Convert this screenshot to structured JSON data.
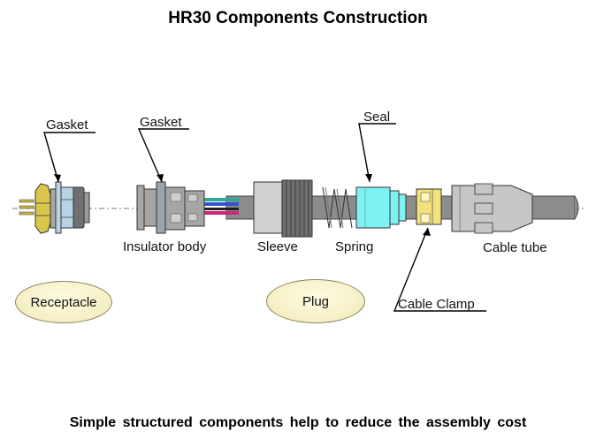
{
  "title": "HR30 Components Construction",
  "footer": "Simple structured components help to reduce the assembly cost",
  "labels": {
    "gasket_receptacle": "Gasket",
    "gasket_plug": "Gasket",
    "seal": "Seal",
    "insulator_body": "Insulator body",
    "sleeve": "Sleeve",
    "spring": "Spring",
    "cable_tube": "Cable tube",
    "cable_clamp": "Cable Clamp"
  },
  "groups": {
    "receptacle": "Receptacle",
    "plug": "Plug"
  },
  "colors": {
    "body_gray": "#8c8c8c",
    "dark_gray": "#6a6a6a",
    "light_gray": "#c6c6c6",
    "seal_cyan": "#7ef2f2",
    "clamp_yellow": "#f3e27c",
    "receptacle_gold": "#d9c64a",
    "receptacle_blue": "#b9d3e6",
    "wire_teal": "#2fa7a0",
    "wire_blue": "#3553c9",
    "wire_magenta": "#c8287a",
    "ellipse_fill": "#f6f0c6"
  }
}
